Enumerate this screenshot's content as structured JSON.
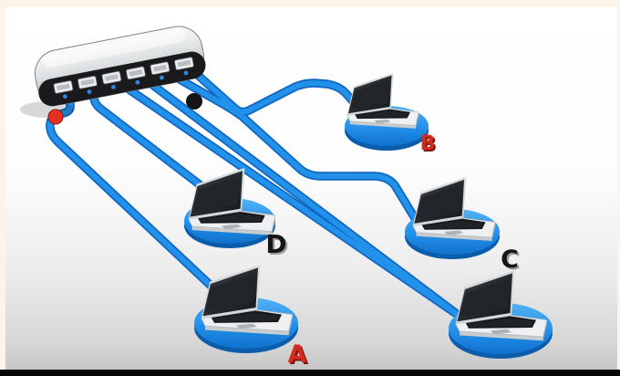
{
  "scene": {
    "hub": {
      "port_count": 6
    },
    "markers": {
      "red_dot": "#e3301f",
      "black_dot": "#151515"
    },
    "palette": {
      "cable": "#2191ea",
      "cable_edge": "#1166c0",
      "frame": "#fcf4e8",
      "bottom_bar": "#060606",
      "label_red": "#d42b1f",
      "label_dark": "#161616"
    },
    "computers": [
      {
        "label": "A",
        "label_color": "#d42b1f"
      },
      {
        "label": "B",
        "label_color": "#d42b1f"
      },
      {
        "label": "C",
        "label_color": "#161616"
      },
      {
        "label": "D",
        "label_color": "#161616"
      },
      {
        "label": "",
        "label_color": ""
      }
    ]
  }
}
